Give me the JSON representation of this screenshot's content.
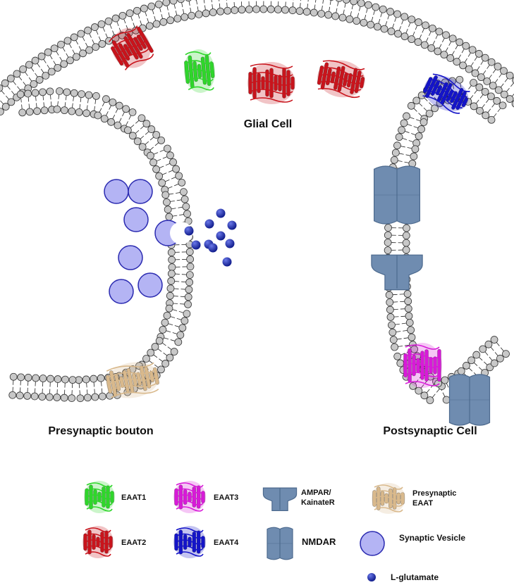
{
  "labels": {
    "glial": "Glial Cell",
    "presynaptic": "Presynaptic bouton",
    "postsynaptic": "Postsynaptic Cell"
  },
  "legend": {
    "eaat1": "EAAT1",
    "eaat2": "EAAT2",
    "eaat3": "EAAT3",
    "eaat4": "EAAT4",
    "ampar_line1": "AMPAR/",
    "ampar_line2": "KainateR",
    "nmdar": "NMDAR",
    "pre_eaat_line1": "Presynaptic",
    "pre_eaat_line2": "EAAT",
    "vesicle": "Synaptic Vesicle",
    "glutamate": "L-glutamate"
  },
  "colors": {
    "eaat1": "#2fd62b",
    "eaat2": "#c8141c",
    "eaat3": "#d81ad8",
    "eaat4": "#1414c8",
    "presynaptic_eaat": "#d9b98c",
    "receptor": "#6f8cb0",
    "receptor_dark": "#4d6a8e",
    "vesicle_fill": "#b4b4f4",
    "vesicle_stroke": "#2a2ab0",
    "glutamate": "#1c2aa8",
    "membrane_head": "#c8c8c8"
  }
}
